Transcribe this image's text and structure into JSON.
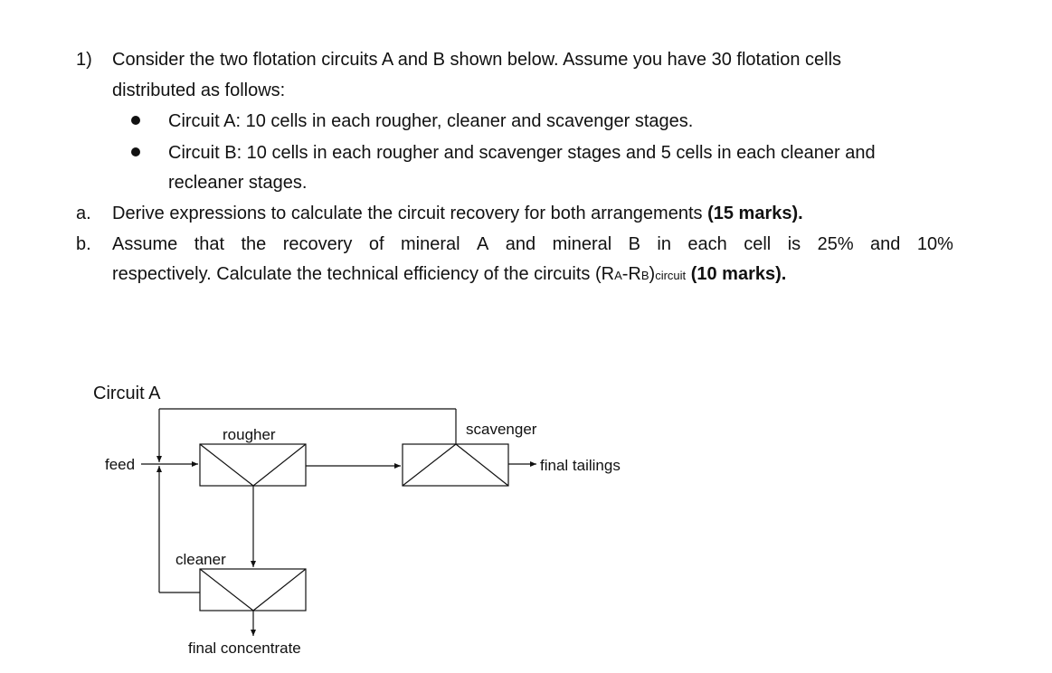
{
  "question": {
    "number": "1)",
    "intro_line1": "Consider the two flotation circuits A and B shown below. Assume you have 30 flotation cells",
    "intro_line2": "distributed as follows:",
    "bullets": [
      {
        "line1": "Circuit A: 10 cells in each rougher, cleaner and scavenger stages."
      },
      {
        "line1": "Circuit B: 10 cells in each rougher and scavenger stages and 5 cells in each cleaner and",
        "line2": "recleaner stages."
      }
    ],
    "parts": [
      {
        "letter": "a.",
        "text": "Derive expressions to calculate the circuit recovery for both arrangements",
        "marks": "(15 marks)."
      },
      {
        "letter": "b.",
        "words_line1": [
          "Assume",
          "that",
          "the",
          "recovery",
          "of",
          "mineral",
          "A",
          "and",
          "mineral",
          "B",
          "in",
          "each",
          "cell",
          "is",
          "25%",
          "and",
          "10%"
        ],
        "line2_prefix": "respectively. Calculate the technical efficiency of the circuits (R",
        "sub_a": "A",
        "minus": "-R",
        "sub_b": "B",
        "paren_close": ")",
        "sub_circuit": "circuit",
        "marks": "(10 marks)."
      }
    ]
  },
  "diagram": {
    "title": "Circuit A",
    "labels": {
      "rougher": "rougher",
      "scavenger": "scavenger",
      "cleaner": "cleaner",
      "feed": "feed",
      "final_tailings": "final tailings",
      "final_concentrate": "final concentrate"
    }
  }
}
